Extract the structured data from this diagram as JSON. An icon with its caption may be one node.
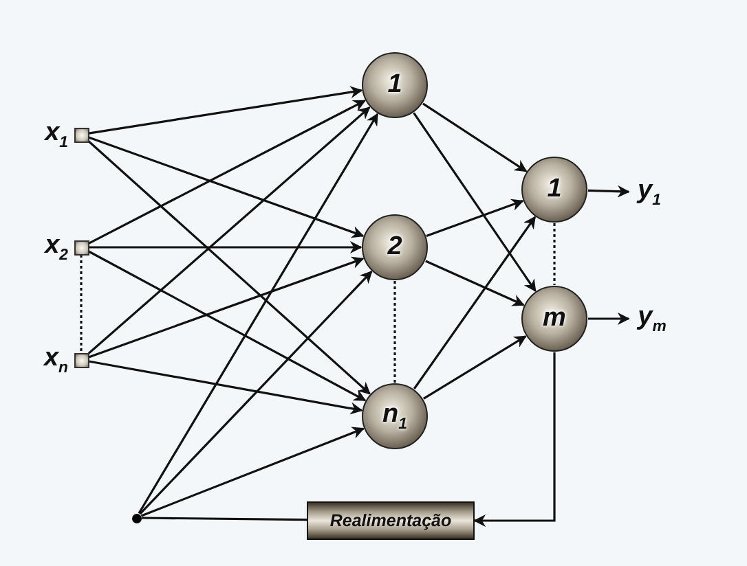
{
  "diagram": {
    "nodes": [
      {
        "text": [],
        "shape": "box",
        "beside": [
          "x$_{1}$"
        ]
      },
      {
        "text": [],
        "shape": "box",
        "beside": [
          "x$_{2}$"
        ]
      },
      {
        "text": [],
        "shape": "box",
        "beside": [
          "x$_{n}$"
        ]
      },
      {
        "text": [
          "1"
        ]
      },
      {
        "text": [
          "2"
        ]
      },
      {
        "text": [
          "n$_{1}$"
        ]
      },
      {
        "text": [
          "1"
        ]
      },
      {
        "text": [
          "m"
        ]
      },
      {
        "text": [
          "y$_{1}$"
        ]
      },
      {
        "text": [
          "y$_{m}$"
        ]
      },
      {
        "text": [
          "Realimentação"
        ]
      },
      {
        "text": [],
        "shape": "circle"
      }
    ],
    "edges": [
      {
        "from": 0,
        "to": 3,
        "arrow": "to"
      },
      {
        "from": 0,
        "to": 4,
        "arrow": "to"
      },
      {
        "from": 0,
        "to": 5,
        "arrow": "to"
      },
      {
        "from": 1,
        "to": 3,
        "arrow": "to"
      },
      {
        "from": 1,
        "to": 4,
        "arrow": "to"
      },
      {
        "from": 1,
        "to": 5,
        "arrow": "to"
      },
      {
        "from": 2,
        "to": 3,
        "arrow": "to"
      },
      {
        "from": 2,
        "to": 4,
        "arrow": "to"
      },
      {
        "from": 2,
        "to": 5,
        "arrow": "to"
      },
      {
        "from": 11,
        "to": 3,
        "arrow": "to"
      },
      {
        "from": 11,
        "to": 4,
        "arrow": "to"
      },
      {
        "from": 11,
        "to": 5,
        "arrow": "to"
      },
      {
        "from": 3,
        "to": 6,
        "arrow": "to"
      },
      {
        "from": 3,
        "to": 7,
        "arrow": "to"
      },
      {
        "from": 4,
        "to": 6,
        "arrow": "to"
      },
      {
        "from": 4,
        "to": 7,
        "arrow": "to"
      },
      {
        "from": 5,
        "to": 6,
        "arrow": "to"
      },
      {
        "from": 5,
        "to": 7,
        "arrow": "to"
      },
      {
        "from": 6,
        "to": 8,
        "arrow": "to"
      },
      {
        "from": 7,
        "to": 9,
        "arrow": "to"
      },
      {
        "from": 7,
        "to": 10,
        "arrow": "to"
      },
      {
        "from": 10,
        "to": 11,
        "arrow": "none"
      },
      {
        "from": 1,
        "to": 2,
        "arrow": "none",
        "style": "dashed"
      },
      {
        "from": 4,
        "to": 5,
        "arrow": "none",
        "style": "dashed"
      },
      {
        "from": 6,
        "to": 7,
        "arrow": "none",
        "style": "dashed"
      }
    ]
  }
}
